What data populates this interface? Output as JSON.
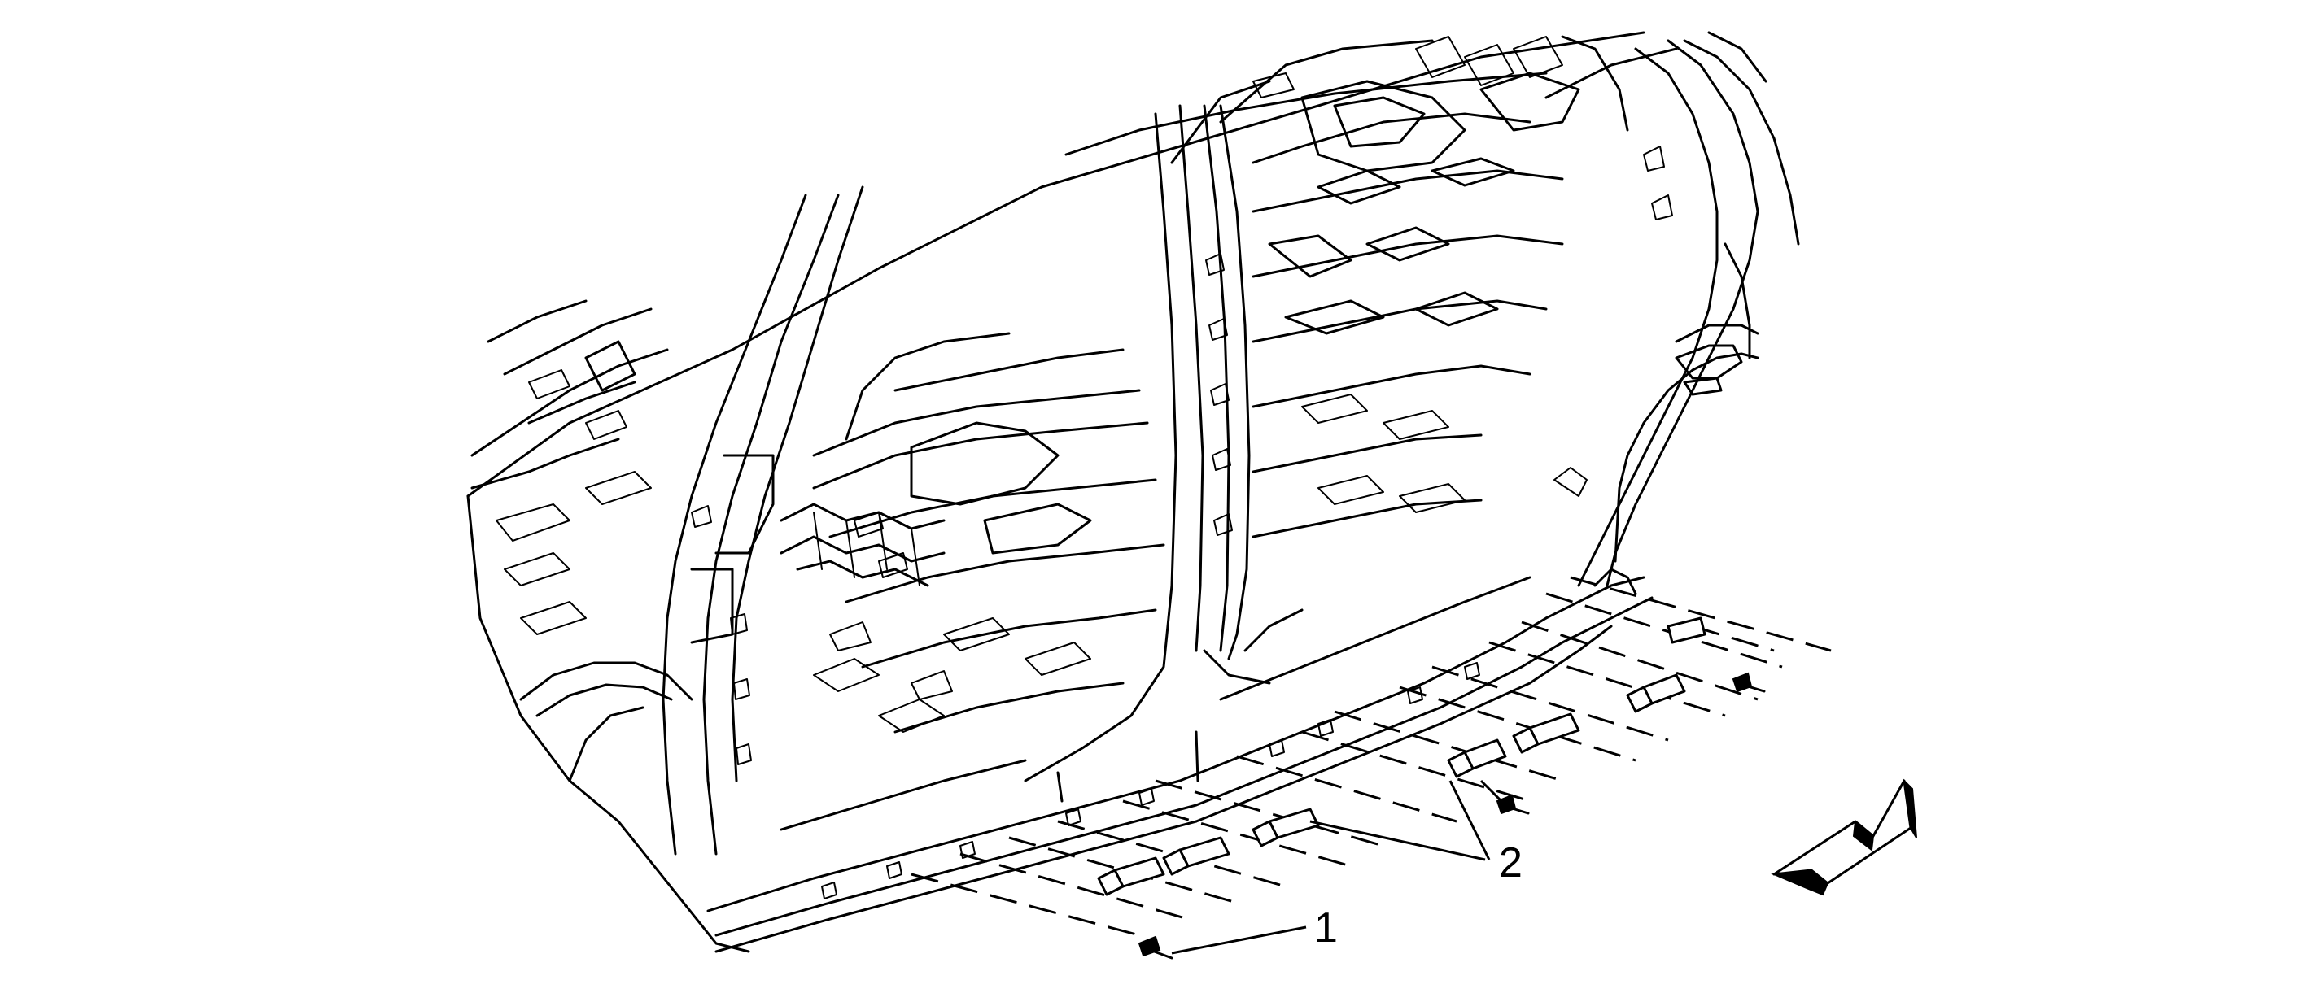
{
  "callouts": [
    {
      "id": "1",
      "label": "1"
    },
    {
      "id": "2",
      "label": "2"
    }
  ],
  "line_color": "#000000",
  "background_color": "#ffffff",
  "direction_indicator": "front-arrow-icon"
}
